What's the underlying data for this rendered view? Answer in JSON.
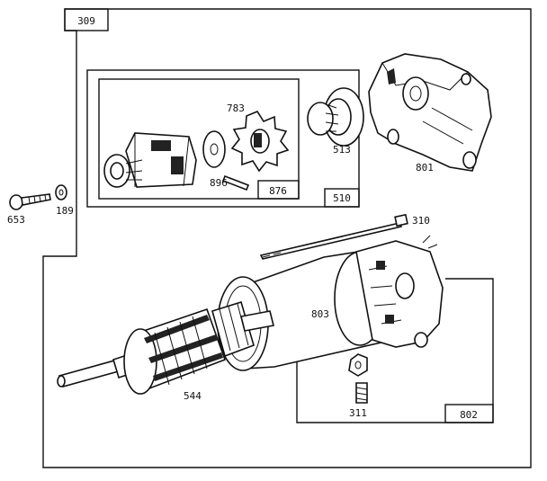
{
  "labels": {
    "assembly": "309",
    "subassembly": "510",
    "pinion_box": "876",
    "end_cap_box": "802",
    "p783": "783",
    "p513": "513",
    "p801": "801",
    "p896": "896",
    "p653": "653",
    "p189": "189",
    "p310": "310",
    "p803": "803",
    "p544": "544",
    "p311": "311"
  }
}
